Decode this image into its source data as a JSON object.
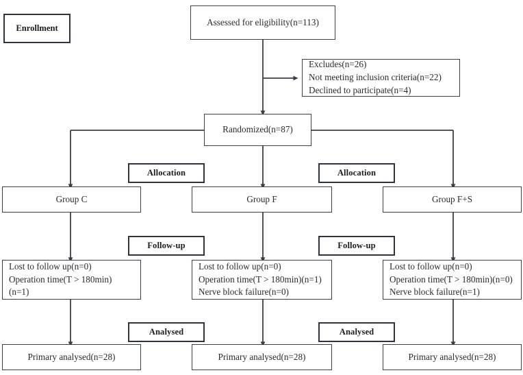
{
  "diagram": {
    "type": "consort-flow-diagram",
    "title": "CONSORT participant flow diagram",
    "line_color": "#3a3f46",
    "text_color": "#2b2b2b",
    "background": "#ffffff"
  },
  "stages": {
    "enrollment_label": "Enrollment",
    "allocation_label_left": "Allocation",
    "allocation_label_right": "Allocation",
    "followup_label_left": "Follow-up",
    "followup_label_right": "Follow-up",
    "analysed_label_left": "Analysed",
    "analysed_label_right": "Analysed"
  },
  "nodes": {
    "assessed": "Assessed for eligibility(n=113)",
    "excluded": "Excludes(n=26)\nNot meeting inclusion criteria(n=22)\nDeclined to participate(n=4)",
    "randomized": "Randomized(n=87)",
    "group_c": "Group C",
    "group_f": "Group F",
    "group_fs": "Group F+S",
    "followup_c": "Lost to follow up(n=0)\nOperation time(T > 180min)\n(n=1)",
    "followup_f": "Lost to follow up(n=0)\nOperation time(T > 180min)(n=1)\nNerve block failure(n=0)",
    "followup_fs": "Lost to follow up(n=0)\nOperation time(T > 180min)(n=0)\nNerve block failure(n=1)",
    "analysed_c": "Primary analysed(n=28)",
    "analysed_f": "Primary analysed(n=28)",
    "analysed_fs": "Primary analysed(n=28)"
  },
  "chart_data": {
    "type": "diagram",
    "flow": [
      {
        "id": "assessed",
        "label": "Assessed for eligibility",
        "n": 113
      },
      {
        "id": "excluded",
        "label": "Excludes",
        "n": 26,
        "reasons": [
          {
            "label": "Not meeting inclusion criteria",
            "n": 22
          },
          {
            "label": "Declined to participate",
            "n": 4
          }
        ]
      },
      {
        "id": "randomized",
        "label": "Randomized",
        "n": 87
      },
      {
        "id": "group_c",
        "label": "Group C",
        "followup": [
          {
            "label": "Lost to follow up",
            "n": 0
          },
          {
            "label": "Operation time(T > 180min)",
            "n": 1
          }
        ],
        "analysed": {
          "label": "Primary analysed",
          "n": 28
        }
      },
      {
        "id": "group_f",
        "label": "Group F",
        "followup": [
          {
            "label": "Lost to follow up",
            "n": 0
          },
          {
            "label": "Operation time(T > 180min)",
            "n": 1
          },
          {
            "label": "Nerve block failure",
            "n": 0
          }
        ],
        "analysed": {
          "label": "Primary analysed",
          "n": 28
        }
      },
      {
        "id": "group_fs",
        "label": "Group F+S",
        "followup": [
          {
            "label": "Lost to follow up",
            "n": 0
          },
          {
            "label": "Operation time(T > 180min)",
            "n": 0
          },
          {
            "label": "Nerve block failure",
            "n": 1
          }
        ],
        "analysed": {
          "label": "Primary analysed",
          "n": 28
        }
      }
    ]
  }
}
